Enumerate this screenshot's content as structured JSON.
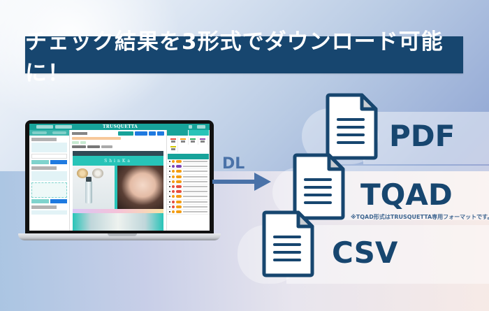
{
  "banner": {
    "title": "チェック結果を3形式でダウンロード可能に！",
    "background": "#17466f",
    "text_color": "#ffffff"
  },
  "laptop": {
    "app_name": "TRUSQUETTA",
    "ad_brand": "ShinKa",
    "accent_color": "#17a39a"
  },
  "arrow": {
    "label": "DL",
    "color": "#4a72a8"
  },
  "formats": [
    {
      "label": "PDF",
      "icon": "document-icon"
    },
    {
      "label": "TQAD",
      "icon": "document-icon"
    },
    {
      "label": "CSV",
      "icon": "document-icon"
    }
  ],
  "note": "※TQAD形式はTRUSQUETTA専用フォーマットです。",
  "colors": {
    "text_primary": "#17466f",
    "arrow": "#4a72a8"
  }
}
